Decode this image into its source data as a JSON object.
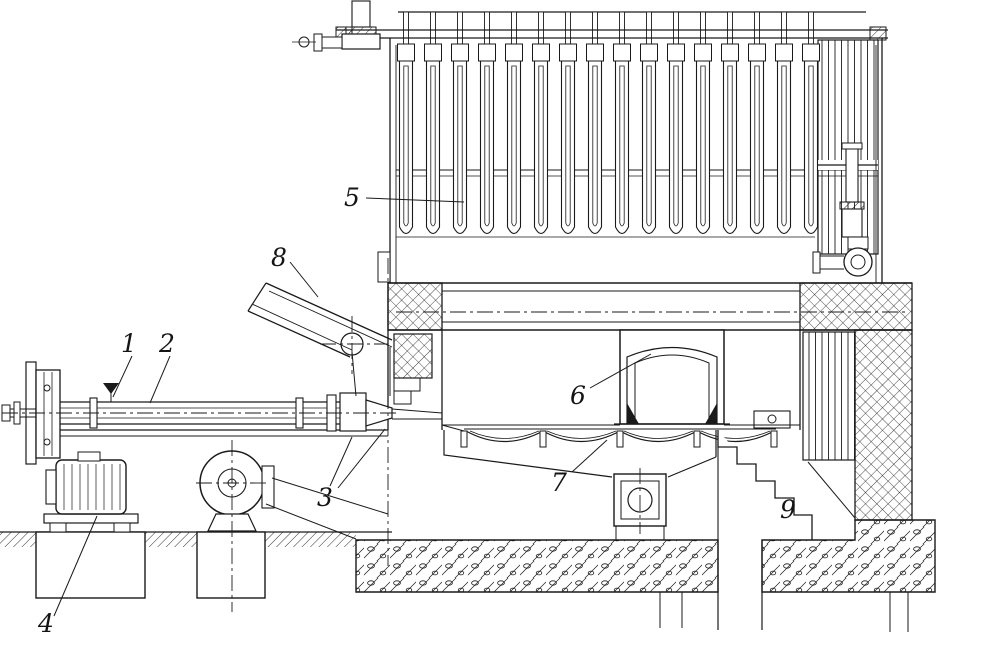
{
  "figure": {
    "kind": "boiler-plant-sectional-drawing",
    "paper_color": "#ffffff",
    "ink_color": "#1a1a1a"
  },
  "callouts": [
    "1",
    "2",
    "3",
    "4",
    "5",
    "6",
    "7",
    "8",
    "9"
  ]
}
